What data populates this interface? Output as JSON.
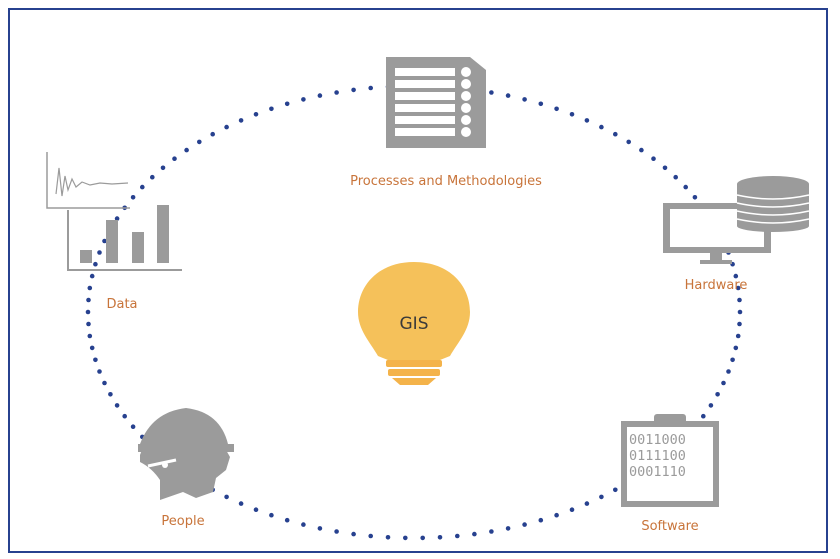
{
  "colors": {
    "border": "#27418f",
    "dots": "#27418f",
    "label": "#c8743a",
    "icon": "#9b9b9b",
    "bulb": "#f5c15a",
    "bulb_base": "#f4b34a"
  },
  "center": {
    "label": "GIS",
    "icon": "lightbulb-icon"
  },
  "nodes": [
    {
      "id": "processes",
      "label": "Processes and Methodologies",
      "icon": "document-list-icon"
    },
    {
      "id": "hardware",
      "label": "Hardware",
      "icon": "computer-database-icon"
    },
    {
      "id": "software",
      "label": "Software",
      "icon": "clipboard-binary-icon"
    },
    {
      "id": "people",
      "label": "People",
      "icon": "hardhat-person-icon"
    },
    {
      "id": "data",
      "label": "Data",
      "icon": "charts-icon"
    }
  ],
  "software_code": [
    "0011000",
    "0111100",
    "0001110"
  ]
}
